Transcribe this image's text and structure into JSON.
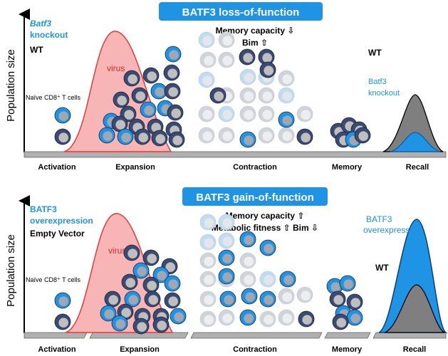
{
  "colors": {
    "banner": "#1f93e4",
    "blue": "#1f93e4",
    "virus_fill": "#f6a8a8",
    "virus_stroke": "#e23b3b",
    "axis": "#000000",
    "ground": "#b0b0b0",
    "wt_cell_outer": "#3b4a70",
    "wt_cell_inner": "#bfbfbf",
    "ko_cell_outer": "#1f93e4",
    "ko_cell_inner": "#9fa7b3",
    "faded_outer": "#bfdcf2",
    "faded_inner": "#e3e6ea",
    "wt_curve": "#7f7f7f",
    "blue_curve": "#1f93e4"
  },
  "panels": {
    "loss": {
      "banner": "BATF3 loss-of-function",
      "ylabel": "Population size",
      "legend_primary_line1": "Batf3",
      "legend_primary_line2": "knockout",
      "legend_secondary": "WT",
      "virus_label": "virus",
      "naive_label": "Naïve CD8⁺ T cells",
      "note_line1": "Memory capacity ⇩",
      "note_line2": "Bim ⇧",
      "recall_wt_label": "WT",
      "recall_blue_label_line1": "Batf3",
      "recall_blue_label_line2": "knockout",
      "phases": [
        "Activation",
        "Expansion",
        "Contraction",
        "Memory",
        "Recall"
      ]
    },
    "gain": {
      "banner": "BATF3 gain-of-function",
      "ylabel": "Population size",
      "legend_primary_line1": "BATF3",
      "legend_primary_line2": "overexpression",
      "legend_secondary": "Empty Vector",
      "virus_label": "virus",
      "naive_label": "Naïve CD8⁺ T cells",
      "note_line1": "Memory capacity ⇧",
      "note_line2": "Metabolic fitness ⇧ Bim ⇩",
      "recall_wt_label": "WT",
      "recall_blue_label_line1": "BATF3",
      "recall_blue_label_line2": "overexpression",
      "phases": [
        "Activation",
        "Expansion",
        "Contraction",
        "Memory",
        "Recall"
      ]
    }
  }
}
